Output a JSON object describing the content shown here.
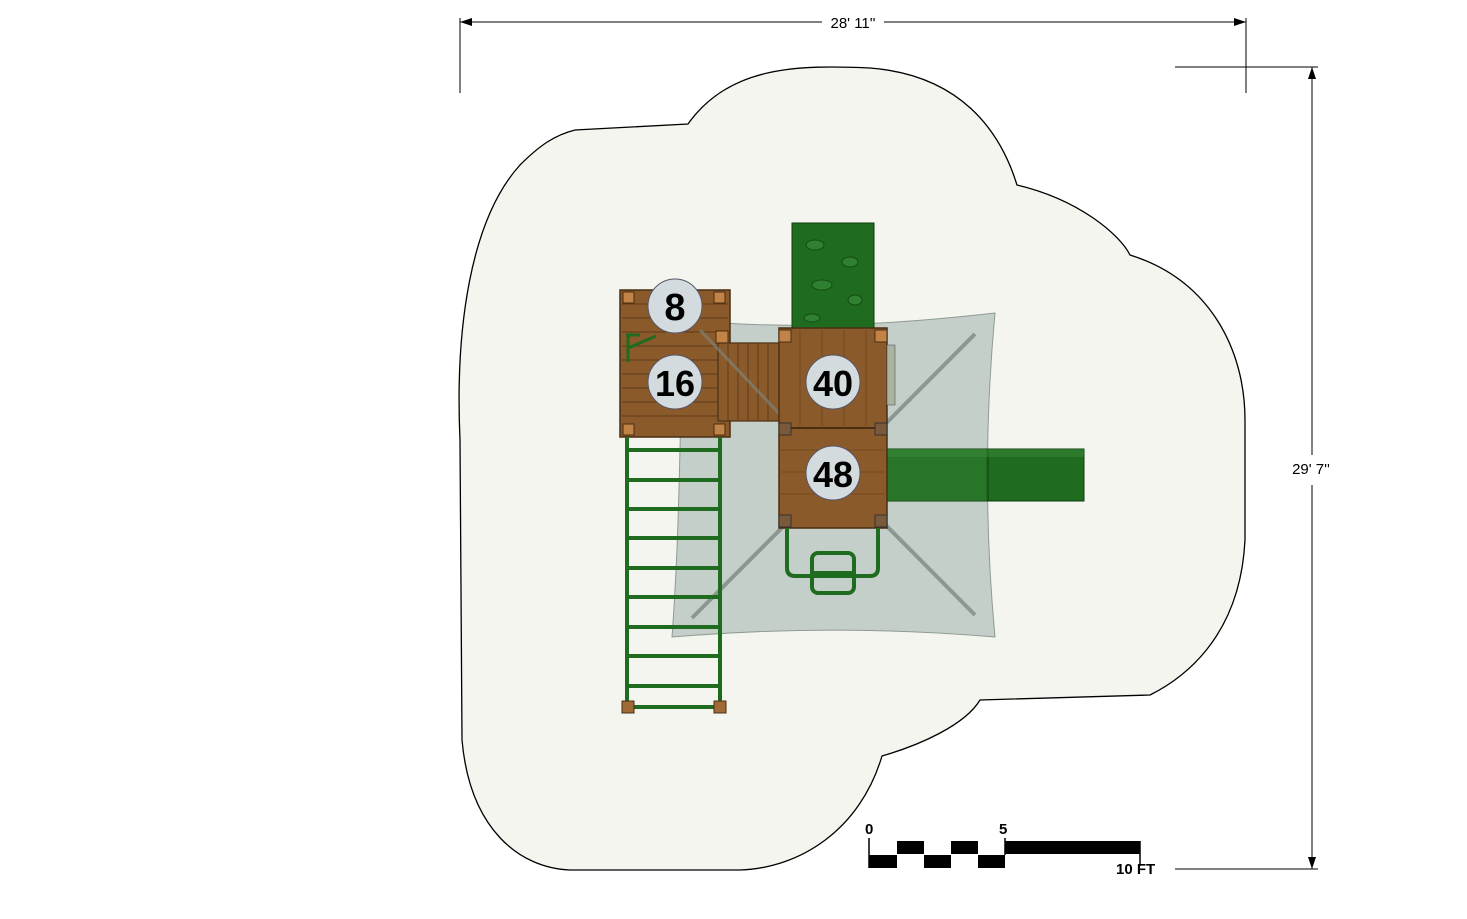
{
  "dimensions": {
    "width": "28' 11''",
    "height": "29' 7''"
  },
  "decks": [
    {
      "label": "8"
    },
    {
      "label": "16"
    },
    {
      "label": "40"
    },
    {
      "label": "48"
    }
  ],
  "scale_bar": {
    "start": "0",
    "mid": "5",
    "end": "10 FT"
  },
  "colors": {
    "safety_zone_fill": "#f5f5ef",
    "outline": "#000000",
    "canopy": "#c3cec9",
    "wood": "#8b5a2b",
    "wood_light": "#a06a37",
    "green": "#1f6b1f",
    "green_dark": "#154d15",
    "label_circle": "#d4dbde"
  }
}
